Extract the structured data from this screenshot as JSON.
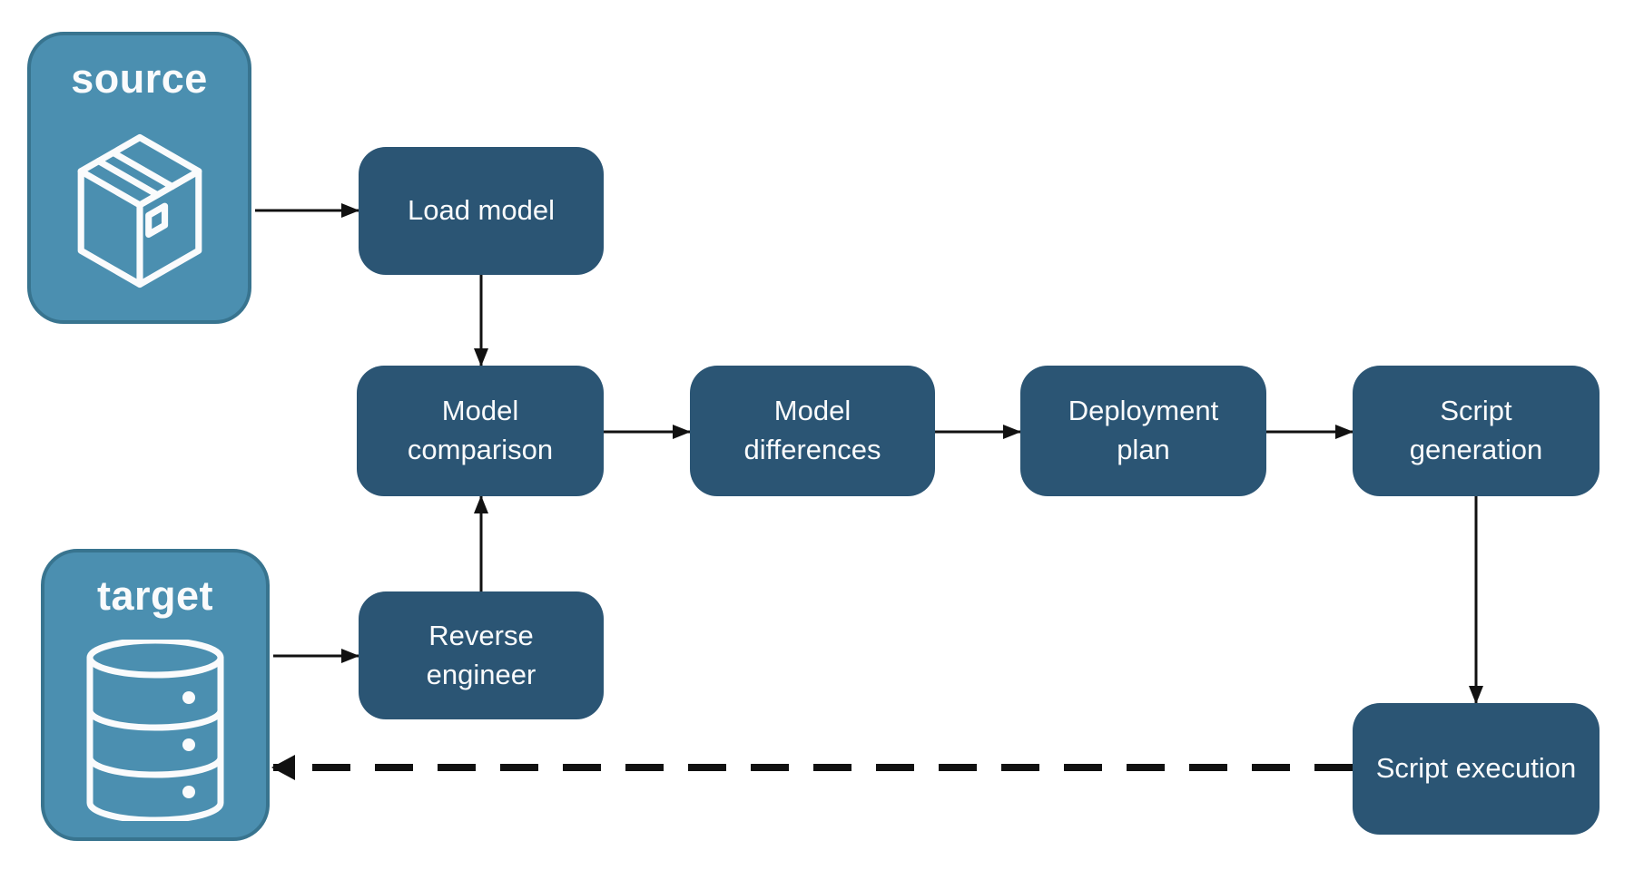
{
  "diagram": {
    "endpoints": {
      "source": {
        "label": "source",
        "icon": "package-icon"
      },
      "target": {
        "label": "target",
        "icon": "database-icon"
      }
    },
    "steps": {
      "load_model": {
        "label": "Load model"
      },
      "model_comparison": {
        "label": "Model comparison"
      },
      "model_differences": {
        "label": "Model differences"
      },
      "deployment_plan": {
        "label": "Deployment plan"
      },
      "script_generation": {
        "label": "Script generation"
      },
      "reverse_engineer": {
        "label": "Reverse engineer"
      },
      "script_execution": {
        "label": "Script execution"
      }
    },
    "edges": [
      {
        "from": "source",
        "to": "load_model",
        "style": "solid"
      },
      {
        "from": "load_model",
        "to": "model_comparison",
        "style": "solid"
      },
      {
        "from": "target",
        "to": "reverse_engineer",
        "style": "solid"
      },
      {
        "from": "reverse_engineer",
        "to": "model_comparison",
        "style": "solid"
      },
      {
        "from": "model_comparison",
        "to": "model_differences",
        "style": "solid"
      },
      {
        "from": "model_differences",
        "to": "deployment_plan",
        "style": "solid"
      },
      {
        "from": "deployment_plan",
        "to": "script_generation",
        "style": "solid"
      },
      {
        "from": "script_generation",
        "to": "script_execution",
        "style": "solid"
      },
      {
        "from": "script_execution",
        "to": "target",
        "style": "dashed"
      }
    ]
  },
  "colors": {
    "page_bg": "#ffffff",
    "node_fill": "#2B5574",
    "node_text": "#FAFBFC",
    "endpoint_fill": "#4B8FB0",
    "endpoint_border": "#38748F",
    "arrow": "#111111"
  }
}
